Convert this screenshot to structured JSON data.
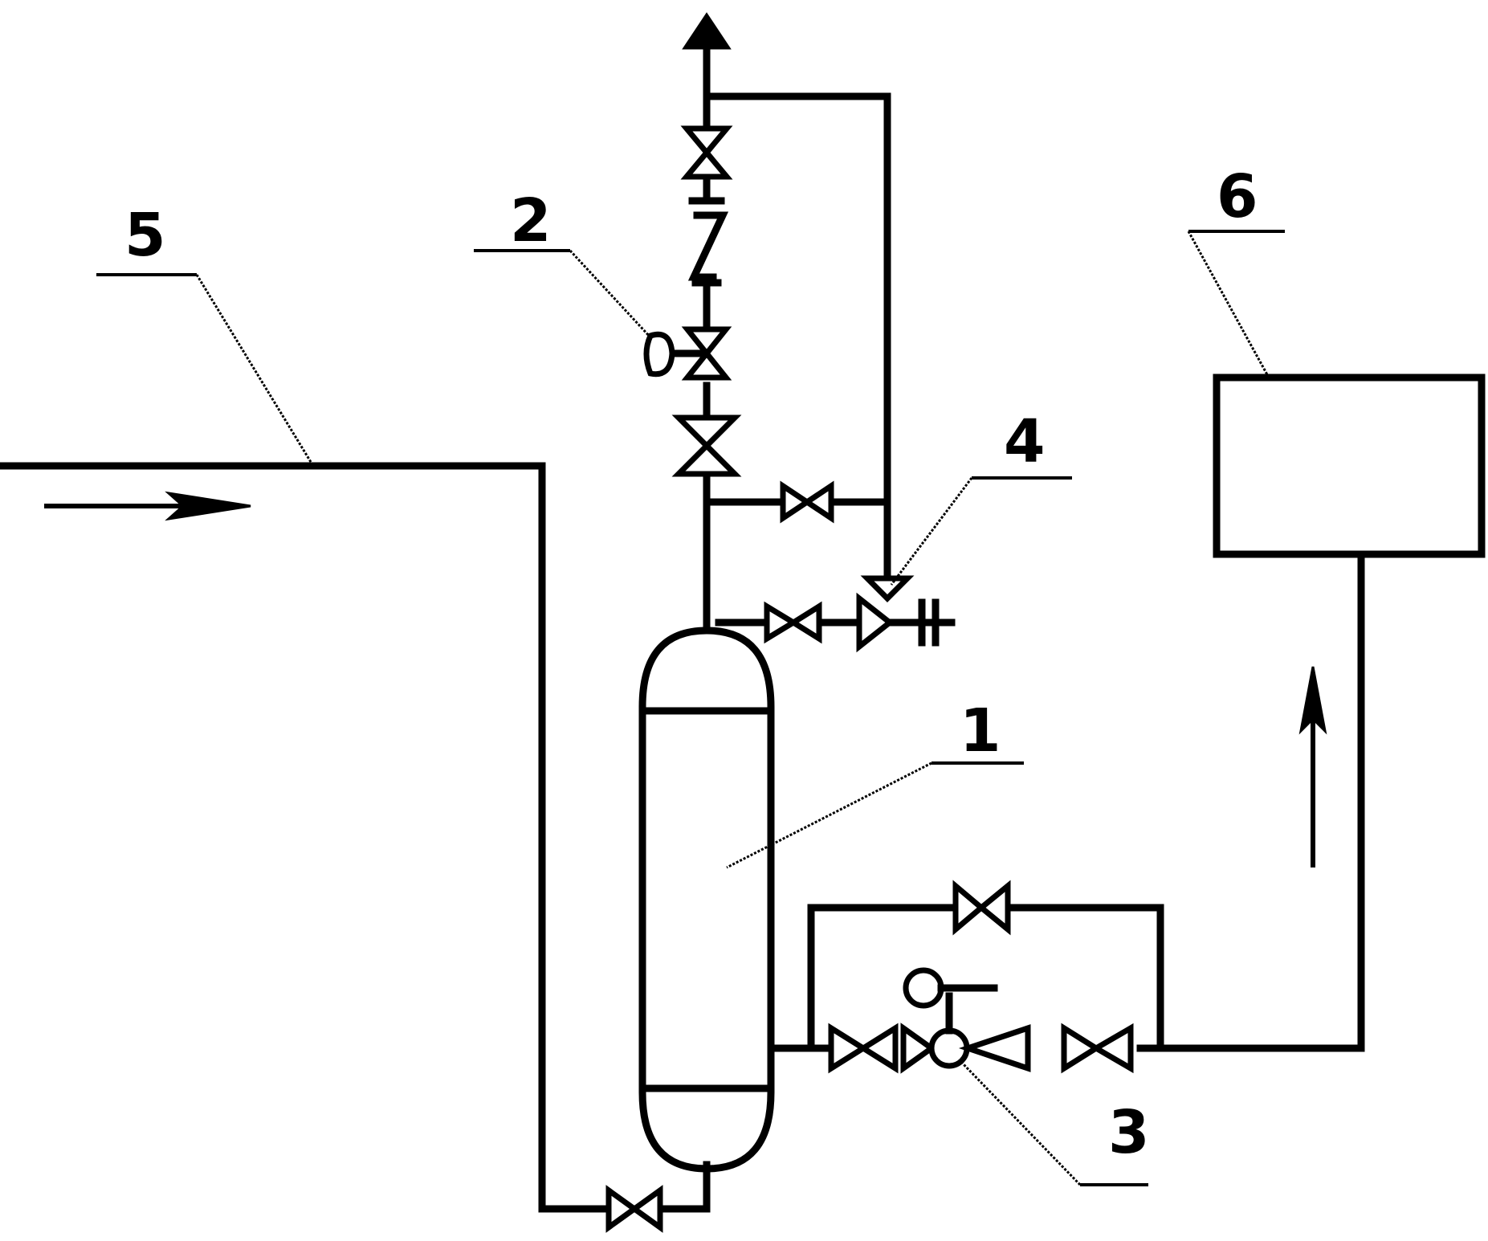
{
  "callouts": {
    "vessel": "1",
    "relief_valve": "2",
    "trap_group": "3",
    "sample_valve": "4",
    "inlet_pipe": "5",
    "tank": "6"
  }
}
